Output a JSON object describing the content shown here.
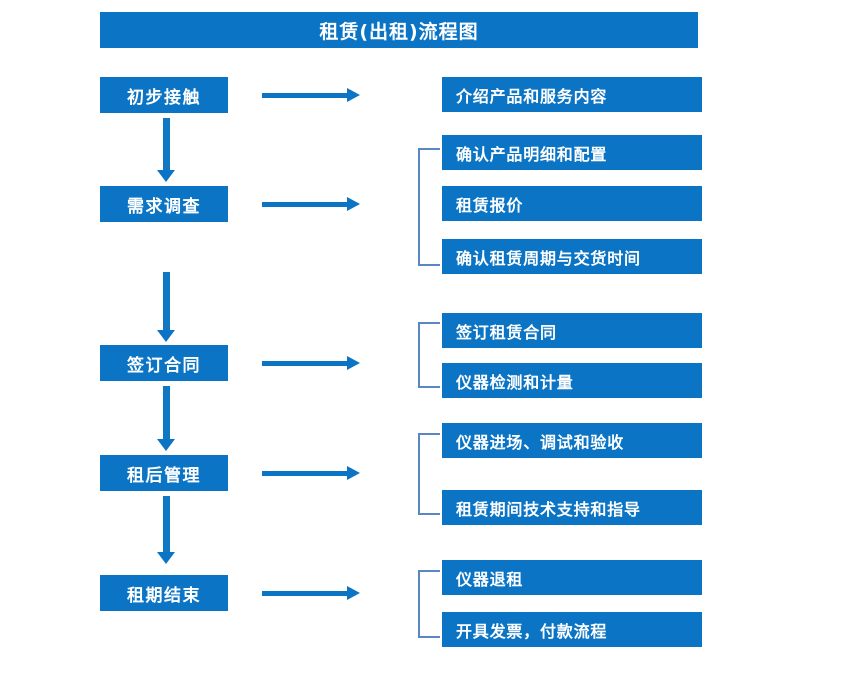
{
  "diagram": {
    "title": "租赁(出租)流程图",
    "type": "flowchart",
    "colors": {
      "box_fill": "#0b74c4",
      "box_text": "#ffffff",
      "arrow": "#0b74c4",
      "bracket": "#5b86c4",
      "background": "#ffffff"
    },
    "stages": [
      {
        "id": "stage-1",
        "label": "初步接触",
        "details": [
          {
            "id": "detail-1-1",
            "label": "介绍产品和服务内容"
          }
        ],
        "has_bracket": false
      },
      {
        "id": "stage-2",
        "label": "需求调查",
        "details": [
          {
            "id": "detail-2-1",
            "label": "确认产品明细和配置"
          },
          {
            "id": "detail-2-2",
            "label": "租赁报价"
          },
          {
            "id": "detail-2-3",
            "label": "确认租赁周期与交货时间"
          }
        ],
        "has_bracket": true
      },
      {
        "id": "stage-3",
        "label": "签订合同",
        "details": [
          {
            "id": "detail-3-1",
            "label": "签订租赁合同"
          },
          {
            "id": "detail-3-2",
            "label": "仪器检测和计量"
          }
        ],
        "has_bracket": true
      },
      {
        "id": "stage-4",
        "label": "租后管理",
        "details": [
          {
            "id": "detail-4-1",
            "label": "仪器进场、调试和验收"
          },
          {
            "id": "detail-4-2",
            "label": "租赁期间技术支持和指导"
          }
        ],
        "has_bracket": true
      },
      {
        "id": "stage-5",
        "label": "租期结束",
        "details": [
          {
            "id": "detail-5-1",
            "label": "仪器退租"
          },
          {
            "id": "detail-5-2",
            "label": "开具发票，付款流程"
          }
        ],
        "has_bracket": true
      }
    ],
    "connectors": {
      "stage_to_detail_arrow": "right-arrow",
      "stage_to_stage_arrow": "down-arrow"
    }
  }
}
